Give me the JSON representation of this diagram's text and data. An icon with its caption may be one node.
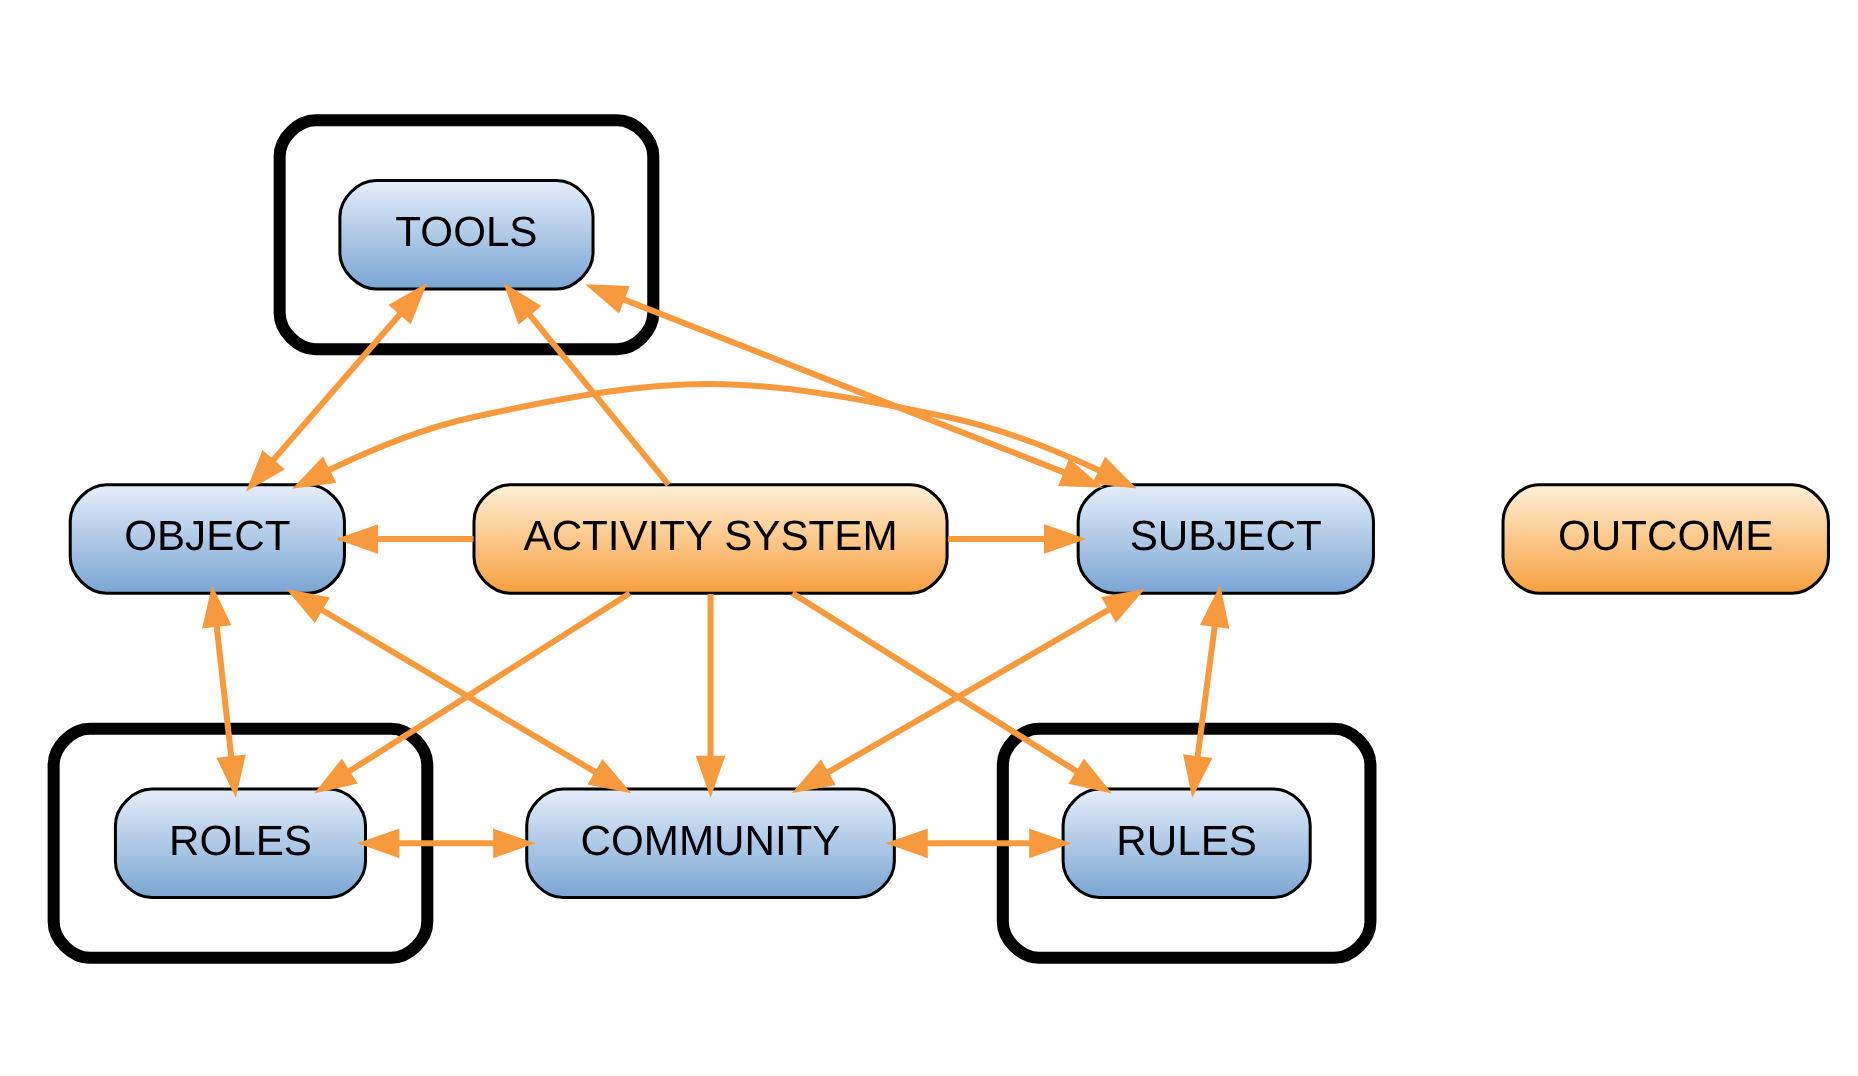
{
  "diagram": {
    "nodes": [
      {
        "text": [],
        "shape": "box"
      },
      {
        "text": [
          "TOOLS"
        ],
        "in": 0
      },
      {
        "text": [
          "SUBJECT"
        ]
      },
      {
        "text": [
          "OBJECT"
        ]
      },
      {
        "text": [
          "OUTCOME"
        ]
      },
      {
        "text": [
          "ACTIVITY SYSTEM"
        ]
      },
      {
        "text": [],
        "shape": "box"
      },
      {
        "text": [
          "RULES"
        ],
        "in": 6
      },
      {
        "text": [
          "COMMUNITY"
        ]
      },
      {
        "text": [],
        "shape": "box"
      },
      {
        "text": [
          "ROLES"
        ],
        "in": 9
      }
    ],
    "edges": [
      {
        "from": 1,
        "to": 2,
        "arrow": "both"
      },
      {
        "from": 1,
        "to": 3,
        "arrow": "both"
      },
      {
        "from": 2,
        "to": 3,
        "arrow": "both"
      },
      {
        "from": 2,
        "to": 7,
        "arrow": "both"
      },
      {
        "from": 3,
        "to": 10,
        "arrow": "both"
      },
      {
        "from": 7,
        "to": 8,
        "arrow": "both"
      },
      {
        "from": 8,
        "to": 10,
        "arrow": "both"
      },
      {
        "from": 2,
        "to": 8,
        "arrow": "both"
      },
      {
        "from": 3,
        "to": 8,
        "arrow": "both"
      },
      {
        "from": 5,
        "to": 1,
        "arrow": "to"
      },
      {
        "from": 5,
        "to": 2,
        "arrow": "to"
      },
      {
        "from": 5,
        "to": 3,
        "arrow": "to"
      },
      {
        "from": 5,
        "to": 7,
        "arrow": "to"
      },
      {
        "from": 5,
        "to": 8,
        "arrow": "to"
      },
      {
        "from": 5,
        "to": 10,
        "arrow": "to"
      }
    ]
  }
}
